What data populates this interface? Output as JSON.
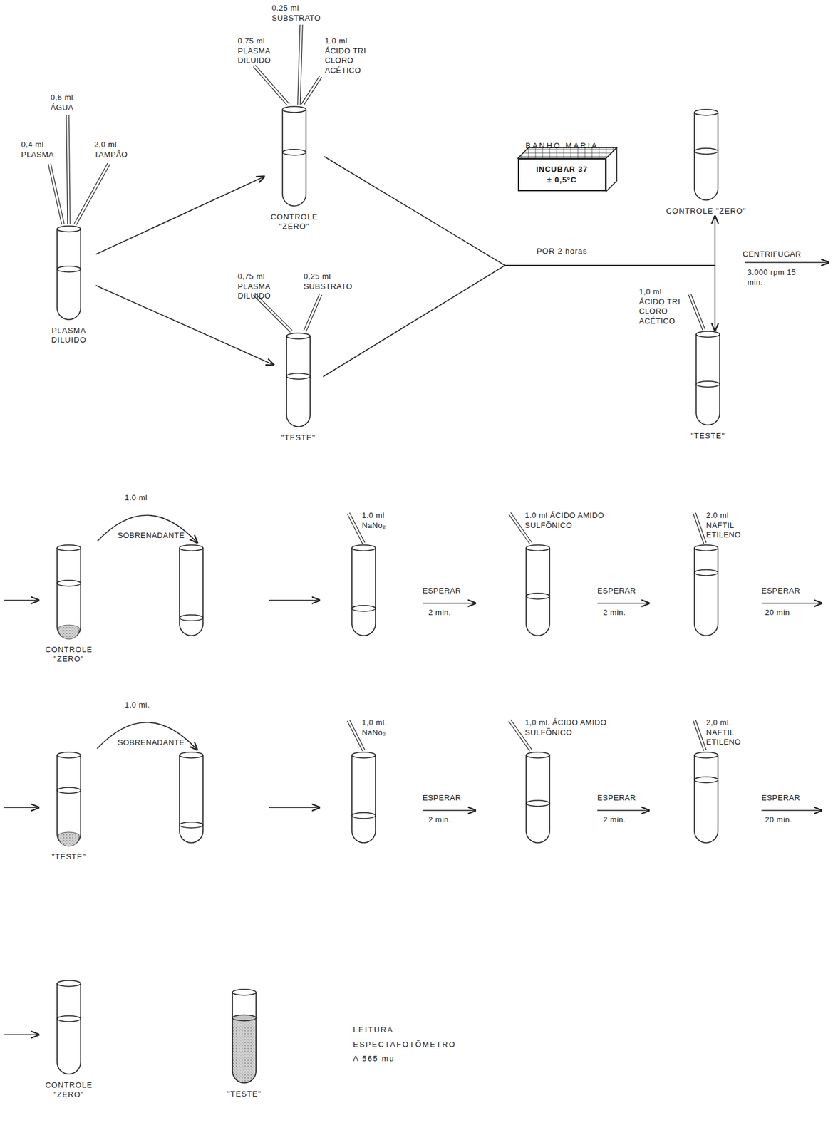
{
  "diagram": {
    "nodes": [
      {
        "text": [
          "PLASMA DILUIDO"
        ]
      },
      {
        "text": [
          "CONTROLE \"ZERO\""
        ]
      },
      {
        "text": [
          "\"TESTE\""
        ]
      },
      {
        "text": [
          "BANHO MARIA",
          "INCUBAR 37 ± 0,5°C"
        ]
      },
      {
        "text": [
          "CONTROLE \"ZERO\""
        ]
      },
      {
        "text": [
          "\"TESTE\""
        ]
      },
      {
        "text": [
          "CONTROLE \"ZERO\""
        ]
      },
      {
        "text": [
          "\"TESTE\""
        ]
      },
      {
        "text": [
          "CONTROLE \"ZERO\""
        ]
      },
      {
        "text": [
          "\"TESTE\""
        ]
      }
    ],
    "edges": [
      {
        "from": 0,
        "to": 1,
        "arrow": "to"
      },
      {
        "from": 0,
        "to": 2,
        "arrow": "to"
      },
      {
        "from": 1,
        "to": 4,
        "arrow": "to",
        "label": "POR 2 horas"
      },
      {
        "from": 2,
        "to": 5,
        "arrow": "to"
      }
    ],
    "labels": [
      "0,4 ml PLASMA",
      "0,6 ml ÁGUA",
      "2,0 ml TAMPÃO",
      "0.25 ml SUBSTRATO",
      "0.75 ml PLASMA DILUIDO",
      "1.0 ml ÁCIDO TRI CLORO ACÉTICO",
      "0,75 ml PLASMA DILUIDO",
      "0,25 ml SUBSTRATO",
      "1,0 ml ÁCIDO TRI CLORO ACÉTICO",
      "CENTRIFUGAR",
      "3.000 rpm 15 min.",
      "1.0 ml",
      "SOBRENADANTE",
      "1.0 ml NaNo₂",
      "ESPERAR",
      "2 min.",
      "1.0 ml ÁCIDO AMIDO SULFÕNICO",
      "ESPERAR",
      "2 min.",
      "2.0 ml NAFTIL ETILENO",
      "ESPERAR",
      "20 min",
      "1,0 ml.",
      "SOBRENADANTE",
      "1,0 ml. NaNo₂",
      "ESPERAR",
      "2 min.",
      "1,0 ml. ÁCIDO AMIDO SULFÕNICO",
      "ESPERAR",
      "2 min.",
      "2,0 ml. NAFTIL ETILENO",
      "ESPERAR",
      "20 min.",
      "LEITURA ESPECTAFOTÕMETRO A 565 mu"
    ]
  }
}
